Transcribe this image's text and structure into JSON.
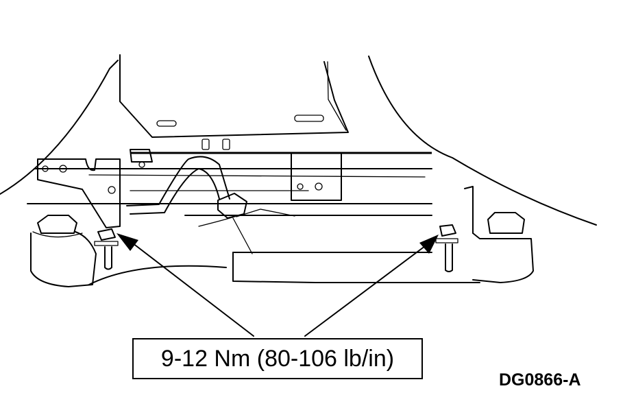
{
  "diagram": {
    "subject": "Transmission mount with two retaining bolts and hydraulic line bracket",
    "callout": {
      "text": "9-12 Nm (80-106 lb/in)",
      "points_to": [
        "left-mount-bolt",
        "right-mount-bolt"
      ]
    },
    "figure_id": "DG0866-A",
    "colors": {
      "line": "#000000",
      "background": "#ffffff"
    }
  }
}
